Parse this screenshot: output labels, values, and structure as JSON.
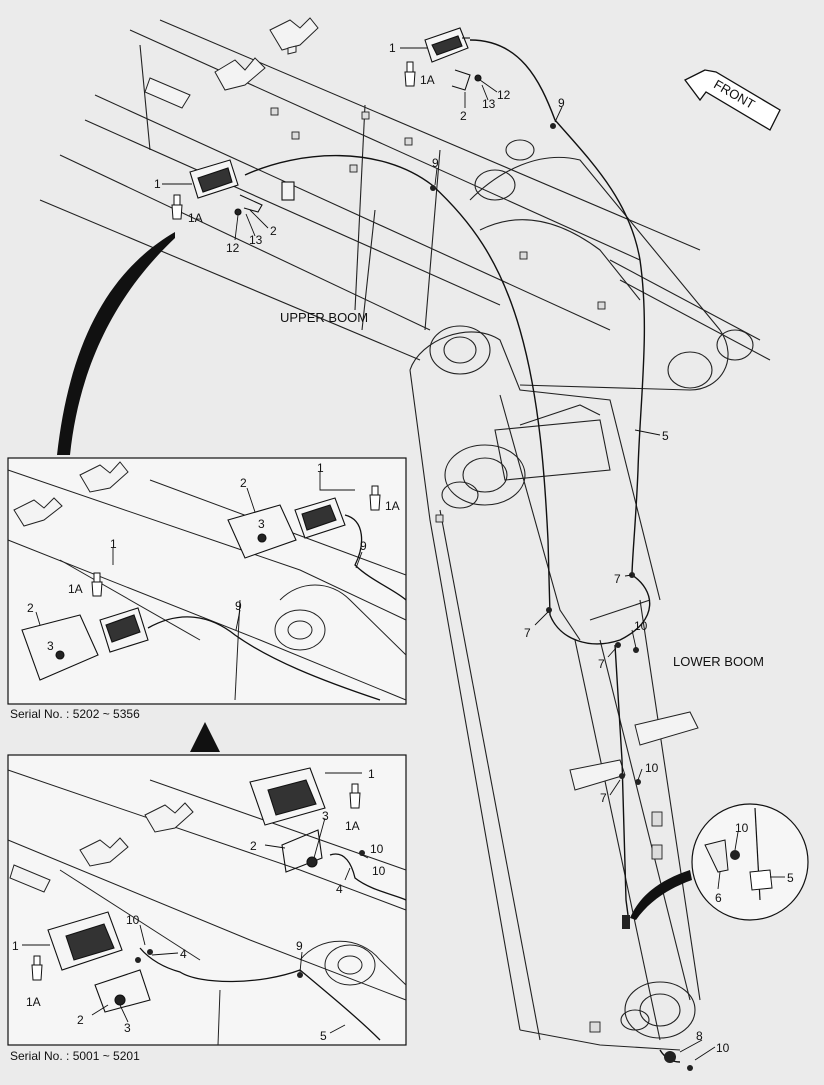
{
  "main_labels": {
    "upper_boom": "UPPER BOOM",
    "lower_boom": "LOWER BOOM",
    "front": "FRONT"
  },
  "inset_top": {
    "serial": "Serial No. : 5202 ~ 5356"
  },
  "inset_bottom": {
    "serial": "Serial No. : 5001 ~ 5201"
  },
  "callouts": {
    "c1": "1",
    "c1A": "1A",
    "c2": "2",
    "c3": "3",
    "c4": "4",
    "c5": "5",
    "c6": "6",
    "c7": "7",
    "c8": "8",
    "c9": "9",
    "c10": "10",
    "c12": "12",
    "c13": "13"
  },
  "colors": {
    "background": "#ebebeb",
    "ink": "#111111",
    "panel": "#f6f6f6"
  }
}
